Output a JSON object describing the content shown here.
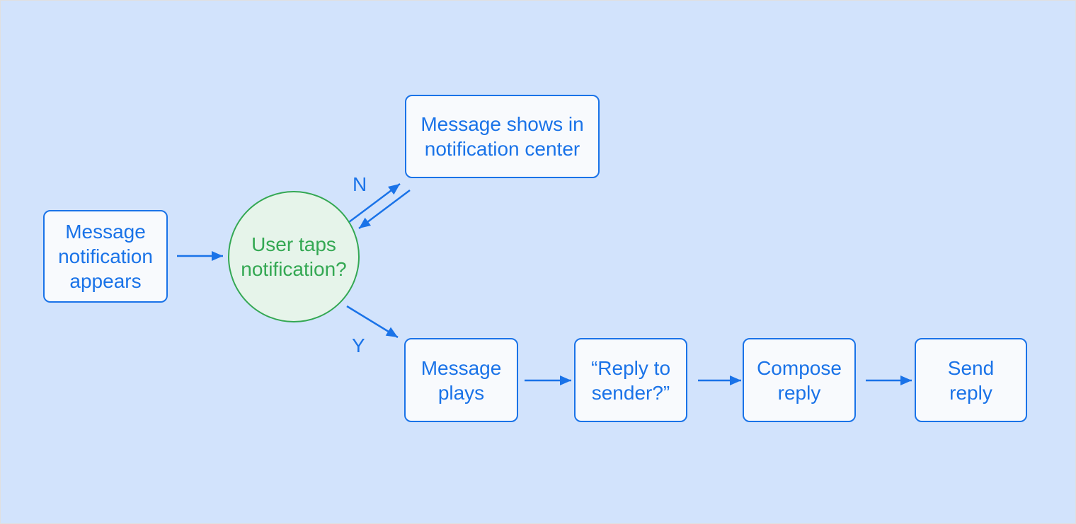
{
  "colors": {
    "background": "#d2e3fc",
    "node_fill": "#f8fafd",
    "node_border": "#1a73e8",
    "node_text": "#1a73e8",
    "decision_fill": "#e6f4ea",
    "decision_border": "#34a853",
    "decision_text": "#34a853",
    "arrow": "#1a73e8"
  },
  "nodes": {
    "start": {
      "label": "Message\nnotification\nappears"
    },
    "decision": {
      "label": "User taps\nnotification?"
    },
    "notification_center": {
      "label": "Message shows in\nnotification center"
    },
    "message_plays": {
      "label": "Message\nplays"
    },
    "reply_to_sender": {
      "label": "“Reply to\nsender?”"
    },
    "compose_reply": {
      "label": "Compose\nreply"
    },
    "send_reply": {
      "label": "Send\nreply"
    }
  },
  "edge_labels": {
    "no": "N",
    "yes": "Y"
  }
}
